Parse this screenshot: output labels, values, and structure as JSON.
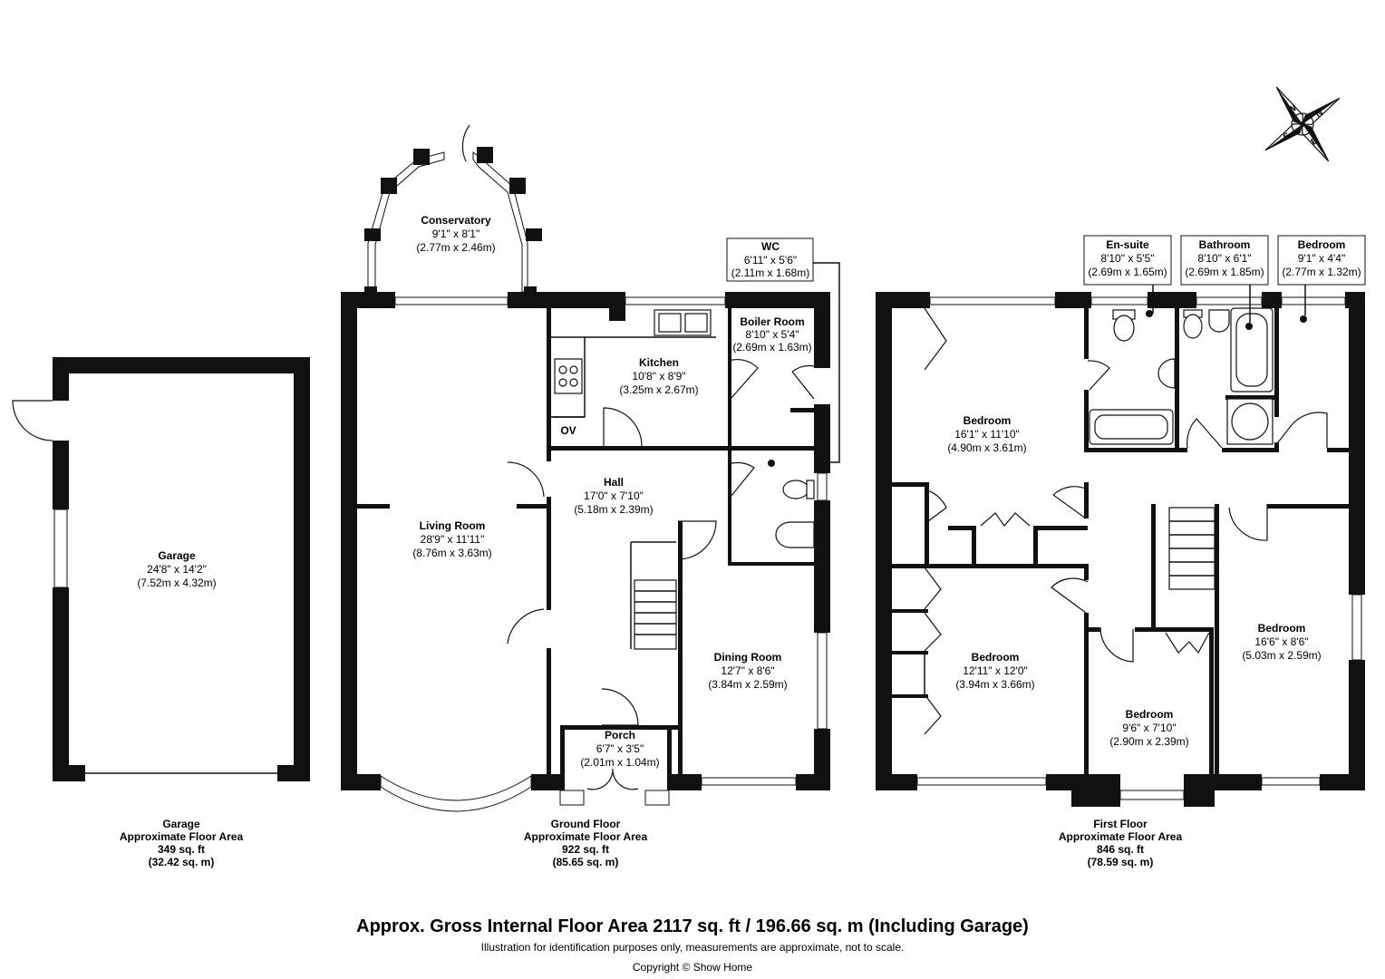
{
  "rooms": {
    "conservatory": {
      "name": "Conservatory",
      "imperial": "9'1\" x 8'1\"",
      "metric": "(2.77m x 2.46m)"
    },
    "wc": {
      "name": "WC",
      "imperial": "6'11\" x 5'6\"",
      "metric": "(2.11m x 1.68m)"
    },
    "boiler": {
      "name": "Boiler Room",
      "imperial": "8'10\" x 5'4\"",
      "metric": "(2.69m x 1.63m)"
    },
    "kitchen": {
      "name": "Kitchen",
      "imperial": "10'8\" x 8'9\"",
      "metric": "(3.25m x 2.67m)"
    },
    "hall": {
      "name": "Hall",
      "imperial": "17'0\" x 7'10\"",
      "metric": "(5.18m x 2.39m)"
    },
    "living": {
      "name": "Living Room",
      "imperial": "28'9\" x 11'11\"",
      "metric": "(8.76m x 3.63m)"
    },
    "dining": {
      "name": "Dining Room",
      "imperial": "12'7\" x 8'6\"",
      "metric": "(3.84m x 2.59m)"
    },
    "porch": {
      "name": "Porch",
      "imperial": "6'7\" x 3'5\"",
      "metric": "(2.01m x 1.04m)"
    },
    "garage": {
      "name": "Garage",
      "imperial": "24'8\" x 14'2\"",
      "metric": "(7.52m x 4.32m)"
    },
    "ensuite": {
      "name": "En-suite",
      "imperial": "8'10\" x 5'5\"",
      "metric": "(2.69m x 1.65m)"
    },
    "bathroom": {
      "name": "Bathroom",
      "imperial": "8'10\" x 6'1\"",
      "metric": "(2.69m x 1.85m)"
    },
    "bed_small": {
      "name": "Bedroom",
      "imperial": "9'1\" x 4'4\"",
      "metric": "(2.77m x 1.32m)"
    },
    "bed_master": {
      "name": "Bedroom",
      "imperial": "16'1\" x 11'10\"",
      "metric": "(4.90m x 3.61m)"
    },
    "bed_left": {
      "name": "Bedroom",
      "imperial": "12'11\" x 12'0\"",
      "metric": "(3.94m x 3.66m)"
    },
    "bed_mid": {
      "name": "Bedroom",
      "imperial": "9'6\" x 7'10\"",
      "metric": "(2.90m x 2.39m)"
    },
    "bed_right": {
      "name": "Bedroom",
      "imperial": "16'6\" x 8'6\"",
      "metric": "(5.03m x 2.59m)"
    }
  },
  "fixtures": {
    "oven_label": "OV"
  },
  "floors": {
    "garage": {
      "title": "Garage",
      "sub": "Approximate Floor Area",
      "sqft": "349 sq. ft",
      "sqm": "(32.42 sq. m)"
    },
    "ground": {
      "title": "Ground Floor",
      "sub": "Approximate Floor Area",
      "sqft": "922 sq. ft",
      "sqm": "(85.65 sq. m)"
    },
    "first": {
      "title": "First Floor",
      "sub": "Approximate Floor Area",
      "sqft": "846 sq. ft",
      "sqm": "(78.59 sq. m)"
    }
  },
  "compass": {
    "n": "N",
    "s": "S",
    "e": "E",
    "w": "W"
  },
  "footer": {
    "total": "Approx. Gross Internal Floor Area 2117 sq. ft / 196.66 sq. m (Including Garage)",
    "disclaimer": "Illustration for identification purposes only, measurements are approximate, not to scale.",
    "copyright": "Copyright © Show Home"
  }
}
